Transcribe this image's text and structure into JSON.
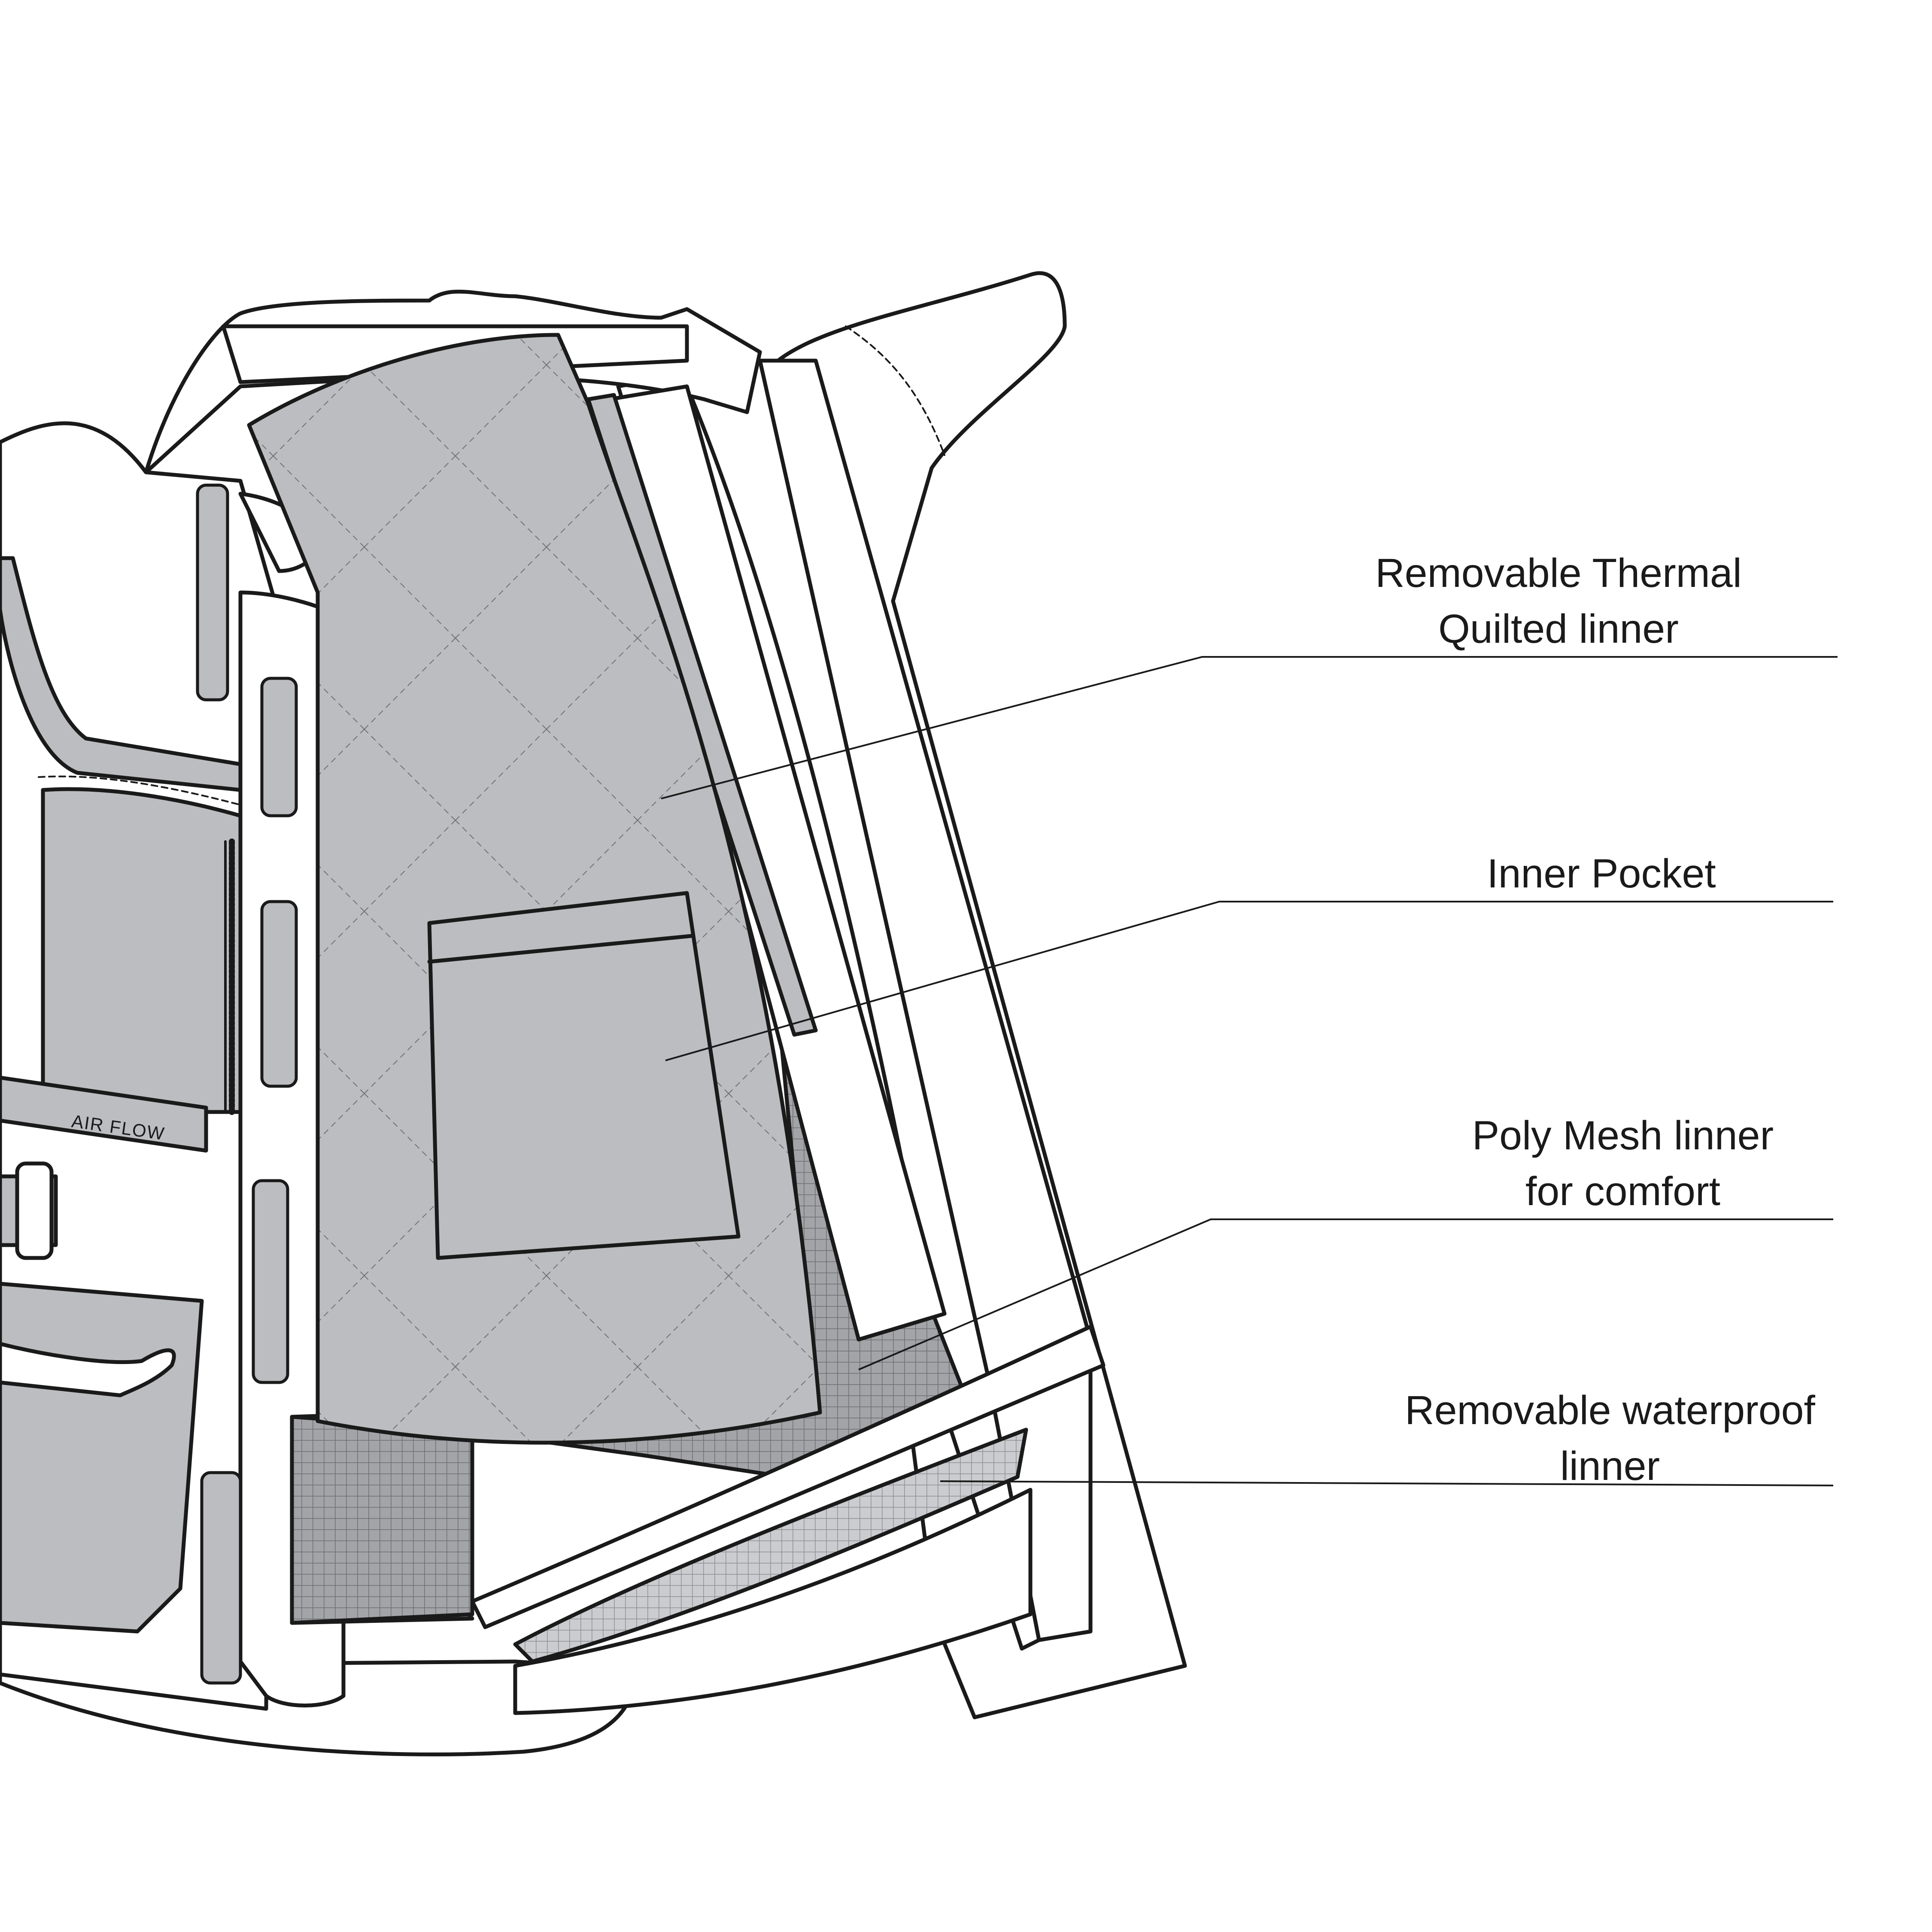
{
  "callouts": [
    {
      "line1": "Removable  Thermal",
      "line2": "Quilted linner"
    },
    {
      "line1": "Inner Pocket"
    },
    {
      "line1": "Poly Mesh linner",
      "line2": "for comfort"
    },
    {
      "line1": "Removable waterproof",
      "line2": "linner"
    }
  ],
  "tags": {
    "air_flow": "AIR FLOW"
  },
  "colors": {
    "outline": "#1a1a1a",
    "fill_grey": "#bcbdc0",
    "mesh_dark": "#9a9b9f",
    "mesh_light": "#c9cacd",
    "background": "#ffffff"
  }
}
